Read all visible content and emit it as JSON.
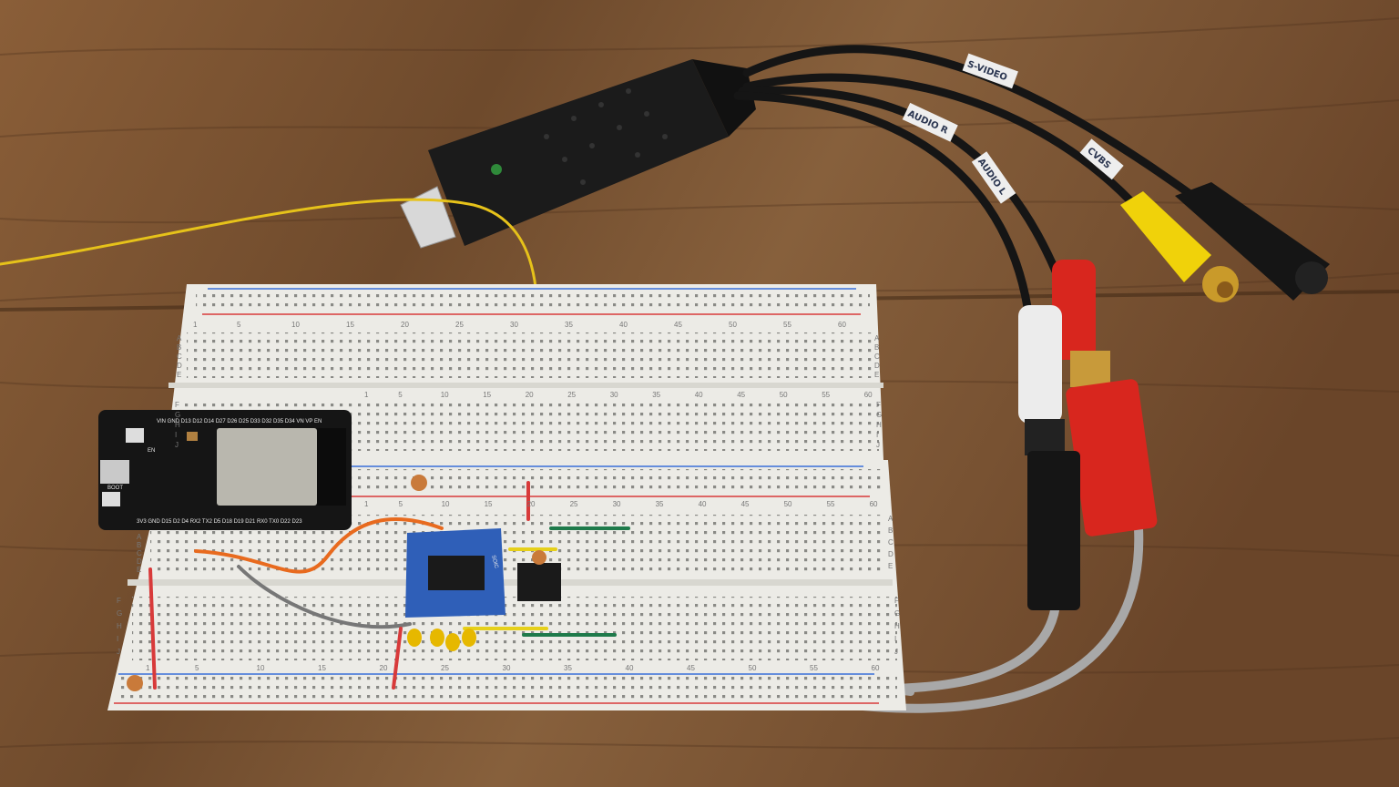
{
  "scene": {
    "colors": {
      "wood": "#7a5534",
      "breadboard": "#ecebe6",
      "esp32": "#151515",
      "rail_red": "#d83a3a",
      "rail_blue": "#3a6fd8",
      "yellow_wire": "#e6c21a",
      "rca_red": "#d8261e",
      "rca_yellow": "#f0d20a",
      "rca_white": "#ececec",
      "breakout": "#2f5fb8"
    },
    "cable_labels": {
      "svideo": "S-VIDEO",
      "audio_r": "AUDIO R",
      "audio_l": "AUDIO L",
      "cvbs": "CVBS"
    },
    "esp32": {
      "boot": "BOOT",
      "en": "EN",
      "top_pins": "VIN GND D13 D12 D14 D27 D26 D25 D33 D32 D35 D34 VN VP EN",
      "bottom_pins": "3V3 GND D15 D2 D4 RX2 TX2 D5 D18 D19 D21 RX0 TX0 D22 D23"
    },
    "breakout": {
      "label": "SOIC"
    },
    "breadboard": {
      "columns": [
        "1",
        "5",
        "10",
        "15",
        "20",
        "25",
        "30",
        "35",
        "40",
        "45",
        "50",
        "55",
        "60"
      ],
      "rows_top": [
        "A",
        "B",
        "C",
        "D",
        "E"
      ],
      "rows_bottom": [
        "F",
        "G",
        "H",
        "I",
        "J"
      ]
    }
  }
}
